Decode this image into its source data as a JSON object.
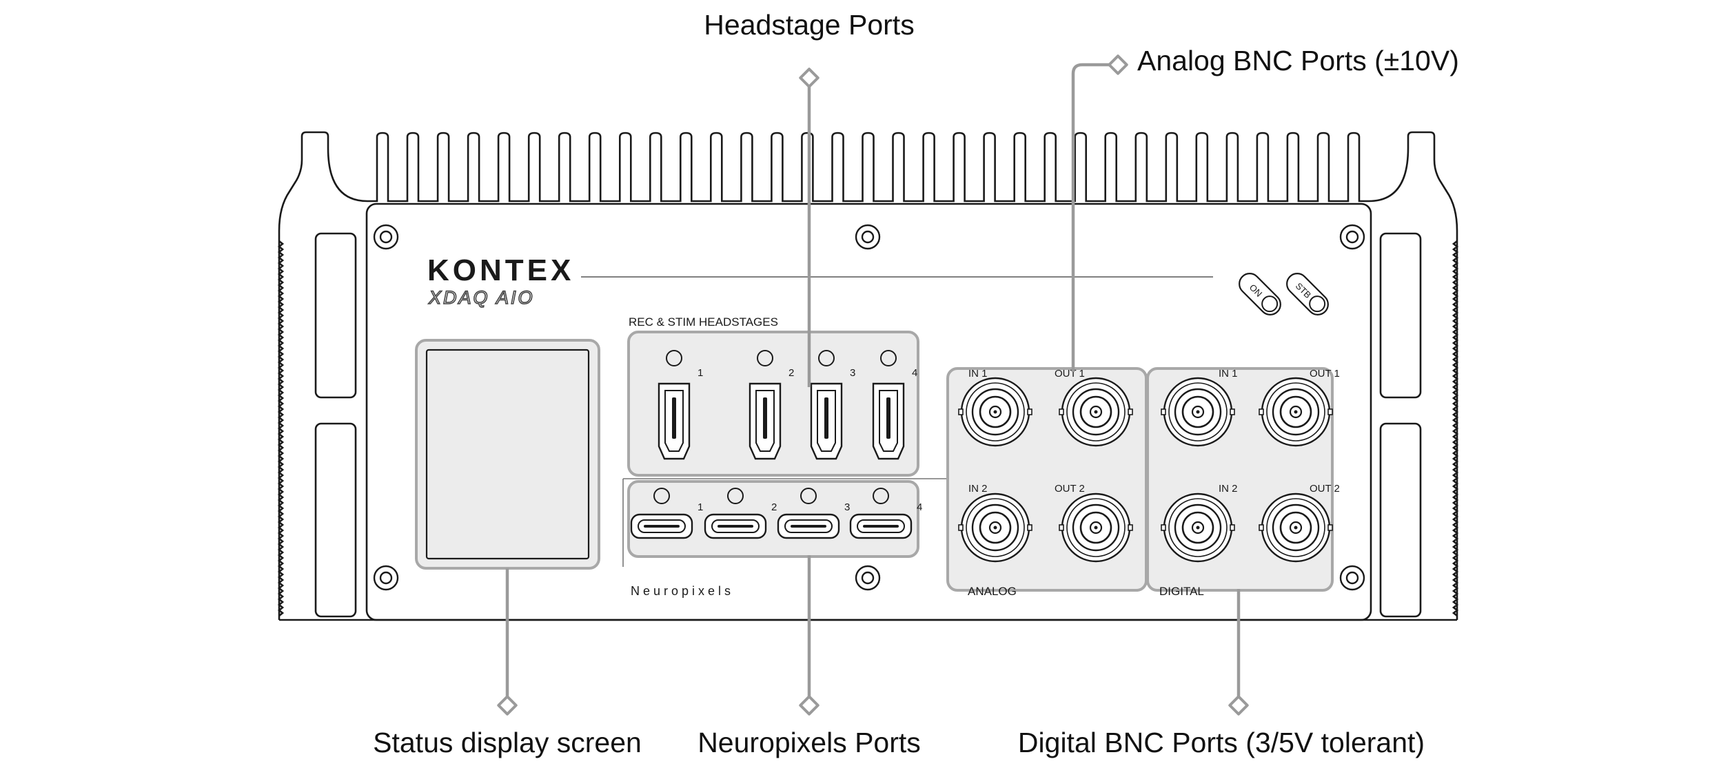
{
  "device": {
    "brand": "KONTEX",
    "model": "XDAQ AIO",
    "led_labels": [
      "ON",
      "STB"
    ]
  },
  "callouts": {
    "headstage_ports": "Headstage Ports",
    "analog_bnc_ports": "Analog BNC Ports (±10V)",
    "status_display_screen": "Status display screen",
    "neuropixels_ports": "Neuropixels Ports",
    "digital_bnc_ports": "Digital BNC Ports (3/5V tolerant)"
  },
  "headstage_panel": {
    "title": "REC & STIM HEADSTAGES",
    "port_numbers": [
      "1",
      "2",
      "3",
      "4"
    ]
  },
  "neuropixels_panel": {
    "title": "Neuropixels",
    "port_numbers": [
      "1",
      "2",
      "3",
      "4"
    ]
  },
  "analog_panel": {
    "title": "ANALOG",
    "labels": [
      "IN 1",
      "OUT 1",
      "IN 2",
      "OUT 2"
    ]
  },
  "digital_panel": {
    "title": "DIGITAL",
    "labels": [
      "IN 1",
      "OUT 1",
      "IN 2",
      "OUT 2"
    ]
  },
  "colors": {
    "outline": "#1a1a1a",
    "callout_line": "#9a9a9a",
    "panel_fill": "#ececec",
    "panel_border": "#a8a8a8"
  }
}
